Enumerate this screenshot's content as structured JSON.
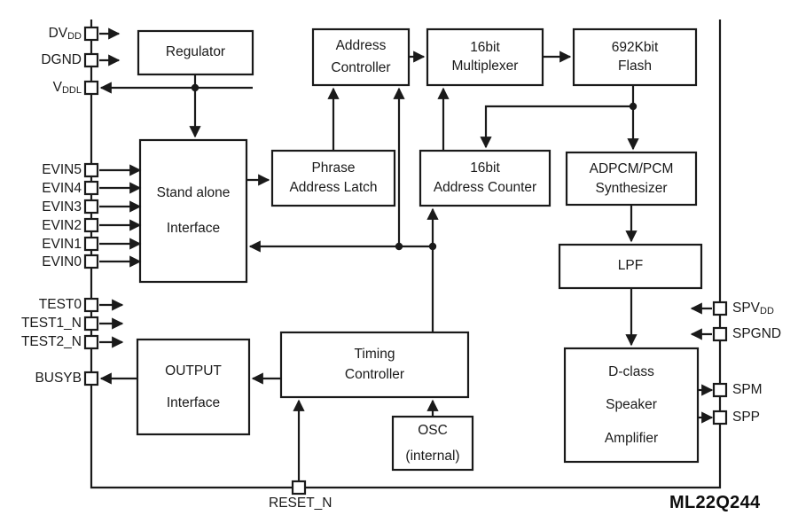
{
  "diagram": {
    "part_number": "ML22Q244",
    "blocks": [
      {
        "id": "regulator",
        "lines": [
          "Regulator"
        ]
      },
      {
        "id": "address_controller",
        "lines": [
          "Address",
          "Controller"
        ]
      },
      {
        "id": "multiplexer",
        "lines": [
          "16bit",
          "Multiplexer"
        ]
      },
      {
        "id": "flash",
        "lines": [
          "692Kbit",
          "Flash"
        ]
      },
      {
        "id": "stand_alone",
        "lines": [
          "Stand alone",
          "Interface"
        ]
      },
      {
        "id": "phrase_latch",
        "lines": [
          "Phrase",
          "Address Latch"
        ]
      },
      {
        "id": "address_counter",
        "lines": [
          "16bit",
          "Address Counter"
        ]
      },
      {
        "id": "adpcm",
        "lines": [
          "ADPCM/PCM",
          "Synthesizer"
        ]
      },
      {
        "id": "lpf",
        "lines": [
          "LPF"
        ]
      },
      {
        "id": "output_if",
        "lines": [
          "OUTPUT",
          "Interface"
        ]
      },
      {
        "id": "timing",
        "lines": [
          "Timing",
          "Controller"
        ]
      },
      {
        "id": "osc",
        "lines": [
          "OSC",
          "(internal)"
        ]
      },
      {
        "id": "dclass",
        "lines": [
          "D-class",
          "Speaker",
          "Amplifier"
        ]
      }
    ],
    "pins_left": [
      {
        "id": "dvdd",
        "label": "DV",
        "sub": "DD",
        "direction": "in"
      },
      {
        "id": "dgnd",
        "label": "DGND",
        "sub": "",
        "direction": "in"
      },
      {
        "id": "vddl",
        "label": "V",
        "sub": "DDL",
        "direction": "out"
      },
      {
        "id": "evin5",
        "label": "EVIN5",
        "sub": "",
        "direction": "in"
      },
      {
        "id": "evin4",
        "label": "EVIN4",
        "sub": "",
        "direction": "in"
      },
      {
        "id": "evin3",
        "label": "EVIN3",
        "sub": "",
        "direction": "in"
      },
      {
        "id": "evin2",
        "label": "EVIN2",
        "sub": "",
        "direction": "in"
      },
      {
        "id": "evin1",
        "label": "EVIN1",
        "sub": "",
        "direction": "in"
      },
      {
        "id": "evin0",
        "label": "EVIN0",
        "sub": "",
        "direction": "in"
      },
      {
        "id": "test0",
        "label": "TEST0",
        "sub": "",
        "direction": "in"
      },
      {
        "id": "test1_n",
        "label": "TEST1_N",
        "sub": "",
        "direction": "in"
      },
      {
        "id": "test2_n",
        "label": "TEST2_N",
        "sub": "",
        "direction": "in"
      },
      {
        "id": "busyb",
        "label": "BUSYB",
        "sub": "",
        "direction": "out"
      }
    ],
    "pins_right": [
      {
        "id": "spvdd",
        "label": "SPV",
        "sub": "DD",
        "direction": "in"
      },
      {
        "id": "spgnd",
        "label": "SPGND",
        "sub": "",
        "direction": "in"
      },
      {
        "id": "spm",
        "label": "SPM",
        "sub": "",
        "direction": "out"
      },
      {
        "id": "spp",
        "label": "SPP",
        "sub": "",
        "direction": "out"
      }
    ],
    "pins_bottom": [
      {
        "id": "reset_n",
        "label": "RESET_N",
        "sub": "",
        "direction": "in"
      }
    ]
  }
}
